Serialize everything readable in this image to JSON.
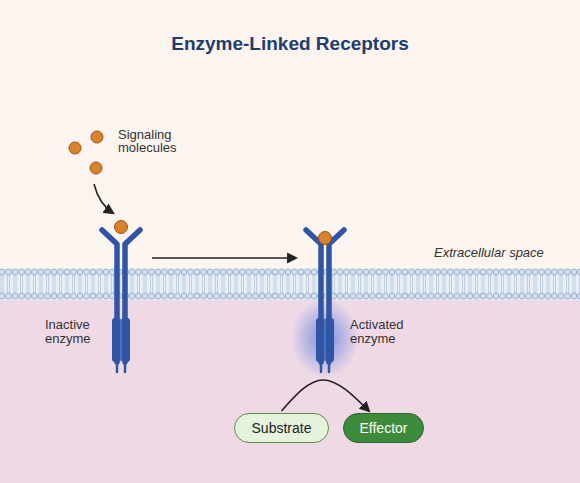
{
  "diagram": {
    "title": "Enzyme-Linked Receptors",
    "nodes": [
      {
        "text": [
          "Inactive enzyme"
        ]
      },
      {
        "text": [
          "Activated enzyme"
        ]
      },
      {
        "text": [
          "Substrate"
        ]
      },
      {
        "text": [
          "Effector"
        ]
      }
    ],
    "edges": [
      {
        "from": 0,
        "to": 1,
        "arrow": "to"
      },
      {
        "from": 2,
        "to": 3,
        "arrow": "to"
      }
    ],
    "labels": [
      "Signaling molecules",
      "Extracellular space"
    ]
  }
}
